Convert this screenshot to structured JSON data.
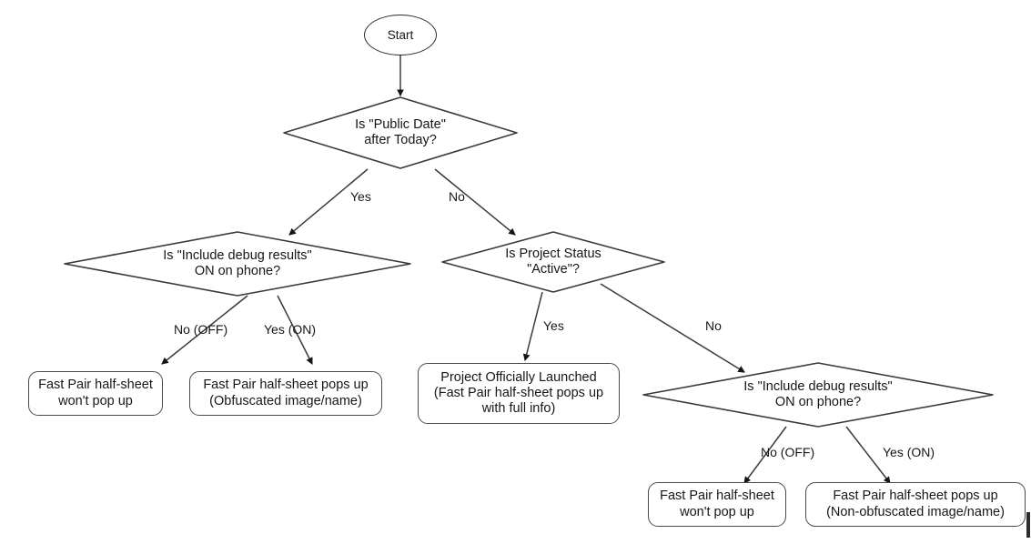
{
  "diagram": {
    "title": "Fast Pair half-sheet visibility decision flow",
    "stroke_color": "#3a3a3a",
    "text_color": "#161616",
    "background": "#ffffff"
  },
  "nodes": {
    "start": {
      "label": "Start",
      "shape": "ellipse"
    },
    "q_public_date": {
      "label": "Is \"Public Date\"\nafter Today?",
      "shape": "diamond"
    },
    "q_debug_left": {
      "label": "Is \"Include debug results\"\nON on phone?",
      "shape": "diamond"
    },
    "q_project_status": {
      "label": "Is Project Status\n\"Active\"?",
      "shape": "diamond"
    },
    "q_debug_right": {
      "label": "Is \"Include debug results\"\nON on phone?",
      "shape": "diamond"
    },
    "r_left_off": {
      "label": "Fast Pair half-sheet\nwon't pop up",
      "shape": "rounded-rect"
    },
    "r_left_on": {
      "label": "Fast Pair half-sheet pops up\n(Obfuscated image/name)",
      "shape": "rounded-rect"
    },
    "r_launched": {
      "label": "Project Officially Launched\n(Fast Pair half-sheet pops up\nwith full info)",
      "shape": "rounded-rect"
    },
    "r_right_off": {
      "label": "Fast Pair half-sheet\nwon't pop up",
      "shape": "rounded-rect"
    },
    "r_right_on": {
      "label": "Fast Pair half-sheet pops up\n(Non-obfuscated image/name)",
      "shape": "rounded-rect"
    }
  },
  "edge_labels": {
    "public_date_yes": "Yes",
    "public_date_no": "No",
    "debug_left_off": "No (OFF)",
    "debug_left_on": "Yes (ON)",
    "project_status_yes": "Yes",
    "project_status_no": "No",
    "debug_right_off": "No (OFF)",
    "debug_right_on": "Yes (ON)"
  },
  "edges": [
    {
      "from": "start",
      "to": "q_public_date",
      "label": ""
    },
    {
      "from": "q_public_date",
      "to": "q_debug_left",
      "label": "Yes"
    },
    {
      "from": "q_public_date",
      "to": "q_project_status",
      "label": "No"
    },
    {
      "from": "q_debug_left",
      "to": "r_left_off",
      "label": "No (OFF)"
    },
    {
      "from": "q_debug_left",
      "to": "r_left_on",
      "label": "Yes (ON)"
    },
    {
      "from": "q_project_status",
      "to": "r_launched",
      "label": "Yes"
    },
    {
      "from": "q_project_status",
      "to": "q_debug_right",
      "label": "No"
    },
    {
      "from": "q_debug_right",
      "to": "r_right_off",
      "label": "No (OFF)"
    },
    {
      "from": "q_debug_right",
      "to": "r_right_on",
      "label": "Yes (ON)"
    }
  ]
}
